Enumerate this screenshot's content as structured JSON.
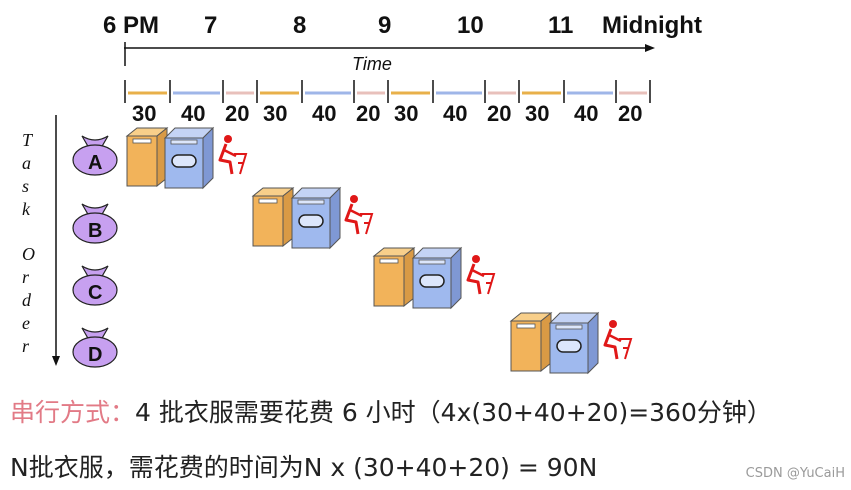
{
  "hours": [
    "6 PM",
    "7",
    "8",
    "9",
    "10",
    "11",
    "Midnight"
  ],
  "axis_title": "Time",
  "durations": [
    "30",
    "40",
    "20",
    "30",
    "40",
    "20",
    "30",
    "40",
    "20",
    "30",
    "40",
    "20"
  ],
  "task_order_letters": [
    "T",
    "a",
    "s",
    "k",
    "O",
    "r",
    "d",
    "e",
    "r"
  ],
  "tasks": [
    "A",
    "B",
    "C",
    "D"
  ],
  "colors": {
    "wash": "#e8b04a",
    "dry": "#9fb6e8",
    "fold": "#e8c0bb",
    "washer_body": "#f2b35a",
    "dryer_body": "#9fb9ee",
    "bag": "#c7a0f0",
    "person": "#e01818",
    "highlight": "#e27a86"
  },
  "caption": {
    "line1_prefix": "串行方式：",
    "line1_rest": "4 批衣服需要花费 6 小时（4x(30+40+20)=360分钟）",
    "line2": "N批衣服，需花费的时间为N x (30+40+20) = 90N"
  },
  "watermark": "CSDN @YuCaiH"
}
